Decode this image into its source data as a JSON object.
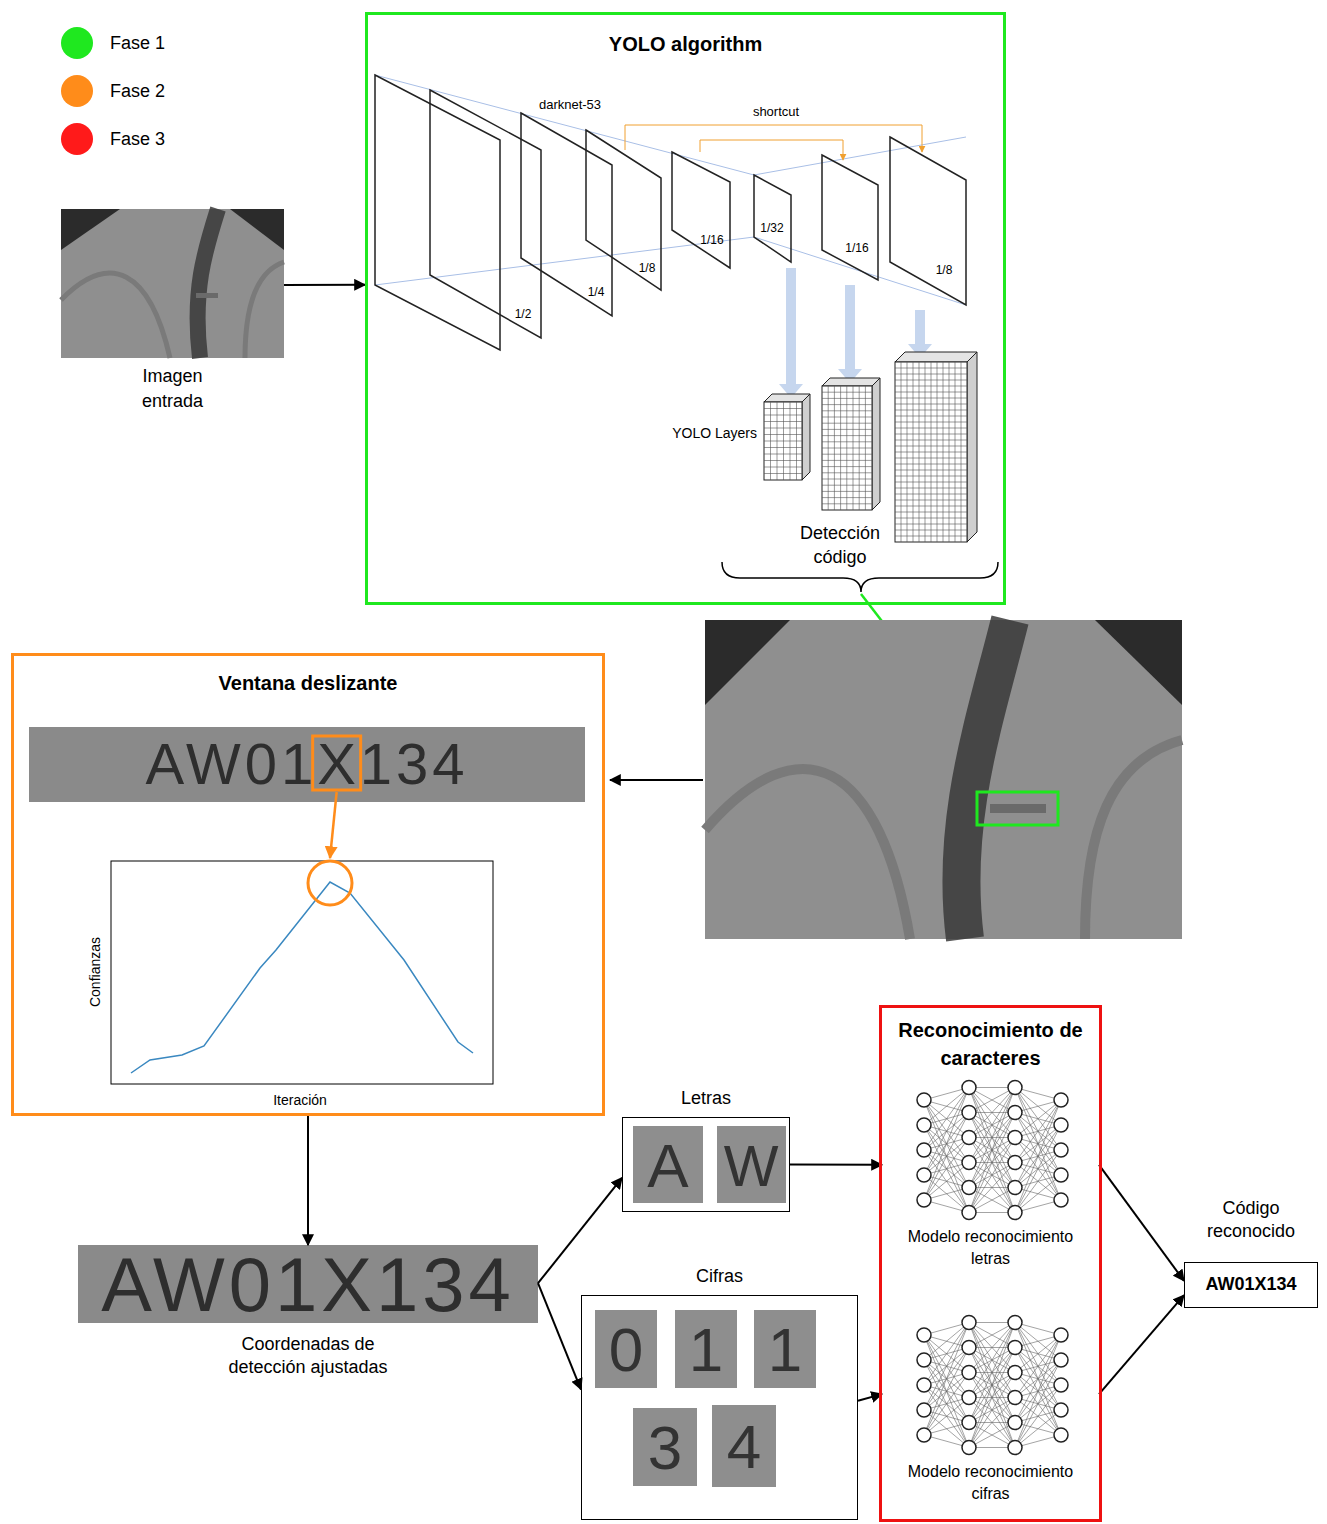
{
  "diagram": {
    "nodes": [
      {
        "text": [
          "Imagen entrada"
        ]
      },
      {
        "text": [
          "YOLO algorithm"
        ]
      },
      {
        "text": [
          "Ventana deslizante"
        ]
      },
      {
        "text": [
          "Coordenadas de detección ajustadas"
        ]
      },
      {
        "text": [
          "Letras"
        ]
      },
      {
        "text": [
          "Cifras"
        ]
      },
      {
        "text": [
          "Reconocimiento de caracteres"
        ]
      },
      {
        "text": [
          "Modelo reconocimiento letras"
        ],
        "in": 6
      },
      {
        "text": [
          "Modelo reconocimiento cifras"
        ],
        "in": 6
      },
      {
        "text": [
          "Código reconocido",
          "AW01X134"
        ]
      }
    ],
    "edges": [
      {
        "from": 0,
        "to": 1,
        "arrow": "to"
      },
      {
        "from": 2,
        "to": 3,
        "arrow": "to"
      },
      {
        "from": 3,
        "to": 4,
        "arrow": "to"
      },
      {
        "from": 3,
        "to": 5,
        "arrow": "to"
      },
      {
        "from": 4,
        "to": 7,
        "arrow": "to"
      },
      {
        "from": 5,
        "to": 8,
        "arrow": "to"
      },
      {
        "from": 7,
        "to": 9,
        "arrow": "to"
      },
      {
        "from": 8,
        "to": 9,
        "arrow": "to"
      }
    ],
    "labels": [
      "darknet-53",
      "shortcut",
      "1/2",
      "1/4",
      "1/8",
      "1/16",
      "1/32",
      "1/16",
      "1/8",
      "YOLO Layers",
      "Detección código",
      "AW01X134",
      "Confianzas",
      "Iteración",
      "AW01X134",
      "A",
      "W",
      "0",
      "1",
      "1",
      "3",
      "4"
    ],
    "legend": [
      {
        "text": "Fase 1",
        "color": "#1fe81f"
      },
      {
        "text": "Fase 2",
        "color": "#ff8c1a"
      },
      {
        "text": "Fase 3",
        "color": "#ff1a1a"
      }
    ]
  }
}
